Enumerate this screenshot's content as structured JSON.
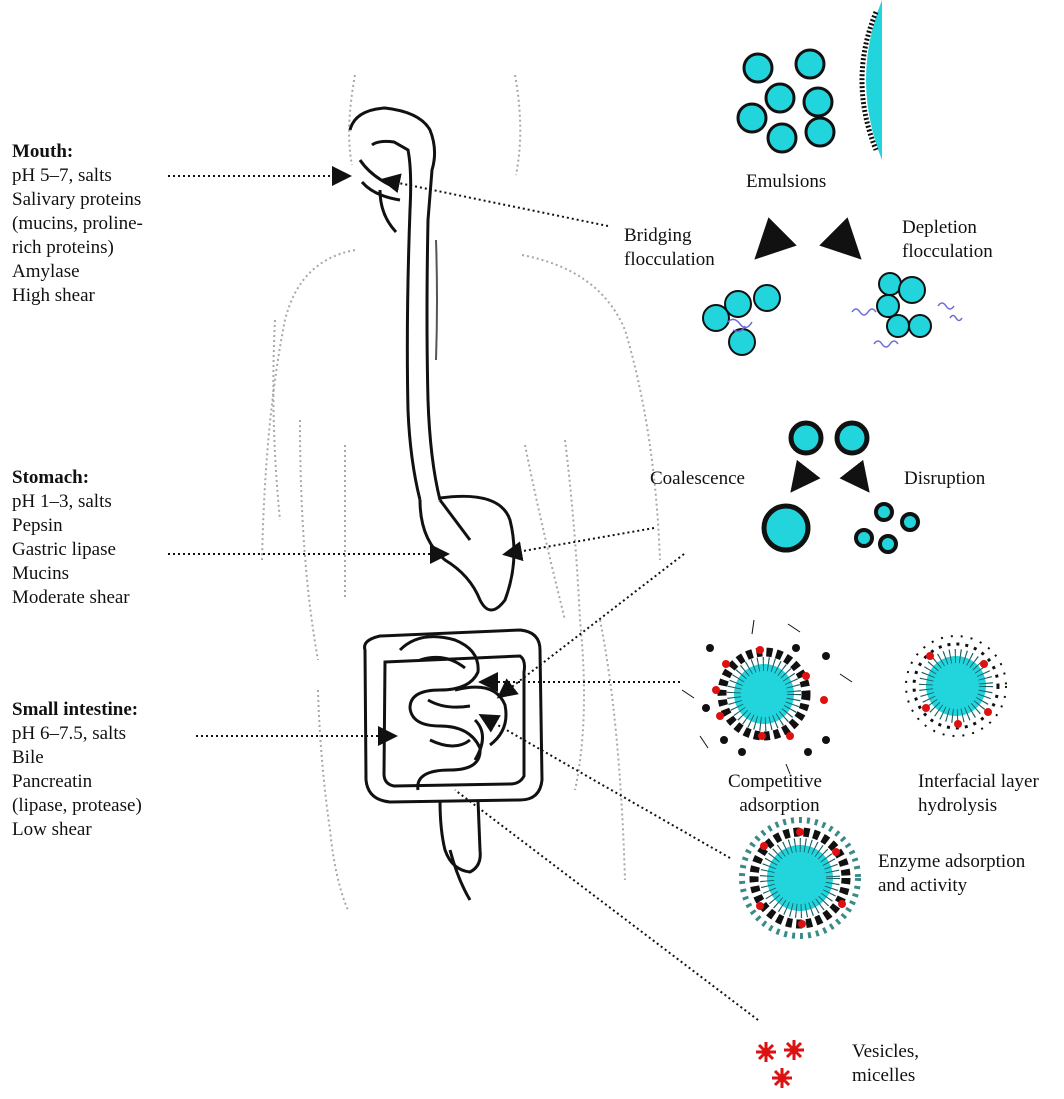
{
  "organs": {
    "mouth": {
      "heading": "Mouth:",
      "lines": [
        "pH 5–7, salts",
        "Salivary proteins",
        "(mucins, proline-",
        "rich proteins)",
        "Amylase",
        "High shear"
      ]
    },
    "stomach": {
      "heading": "Stomach:",
      "lines": [
        "pH 1–3, salts",
        "Pepsin",
        "Gastric lipase",
        "Mucins",
        "Moderate shear"
      ]
    },
    "small_intestine": {
      "heading": "Small intestine:",
      "lines": [
        "pH 6–7.5, salts",
        "Bile",
        "Pancreatin",
        "(lipase, protease)",
        "Low shear"
      ]
    }
  },
  "processes": {
    "emulsions": "Emulsions",
    "bridging": [
      "Bridging",
      "flocculation"
    ],
    "depletion": [
      "Depletion",
      "flocculation"
    ],
    "coalescence": "Coalescence",
    "disruption": "Disruption",
    "competitive": [
      "Competitive",
      "adsorption"
    ],
    "interfacial": [
      "Interfacial layer",
      "hydrolysis"
    ],
    "enzyme": [
      "Enzyme adsorption",
      "and activity"
    ],
    "vesicles": [
      "Vesicles,",
      "micelles"
    ]
  },
  "colors": {
    "droplet": "#22d5dc",
    "outline": "#111111",
    "red_dot": "#dd1111",
    "polymer": "#6b6bd6",
    "body_line": "#999999"
  }
}
